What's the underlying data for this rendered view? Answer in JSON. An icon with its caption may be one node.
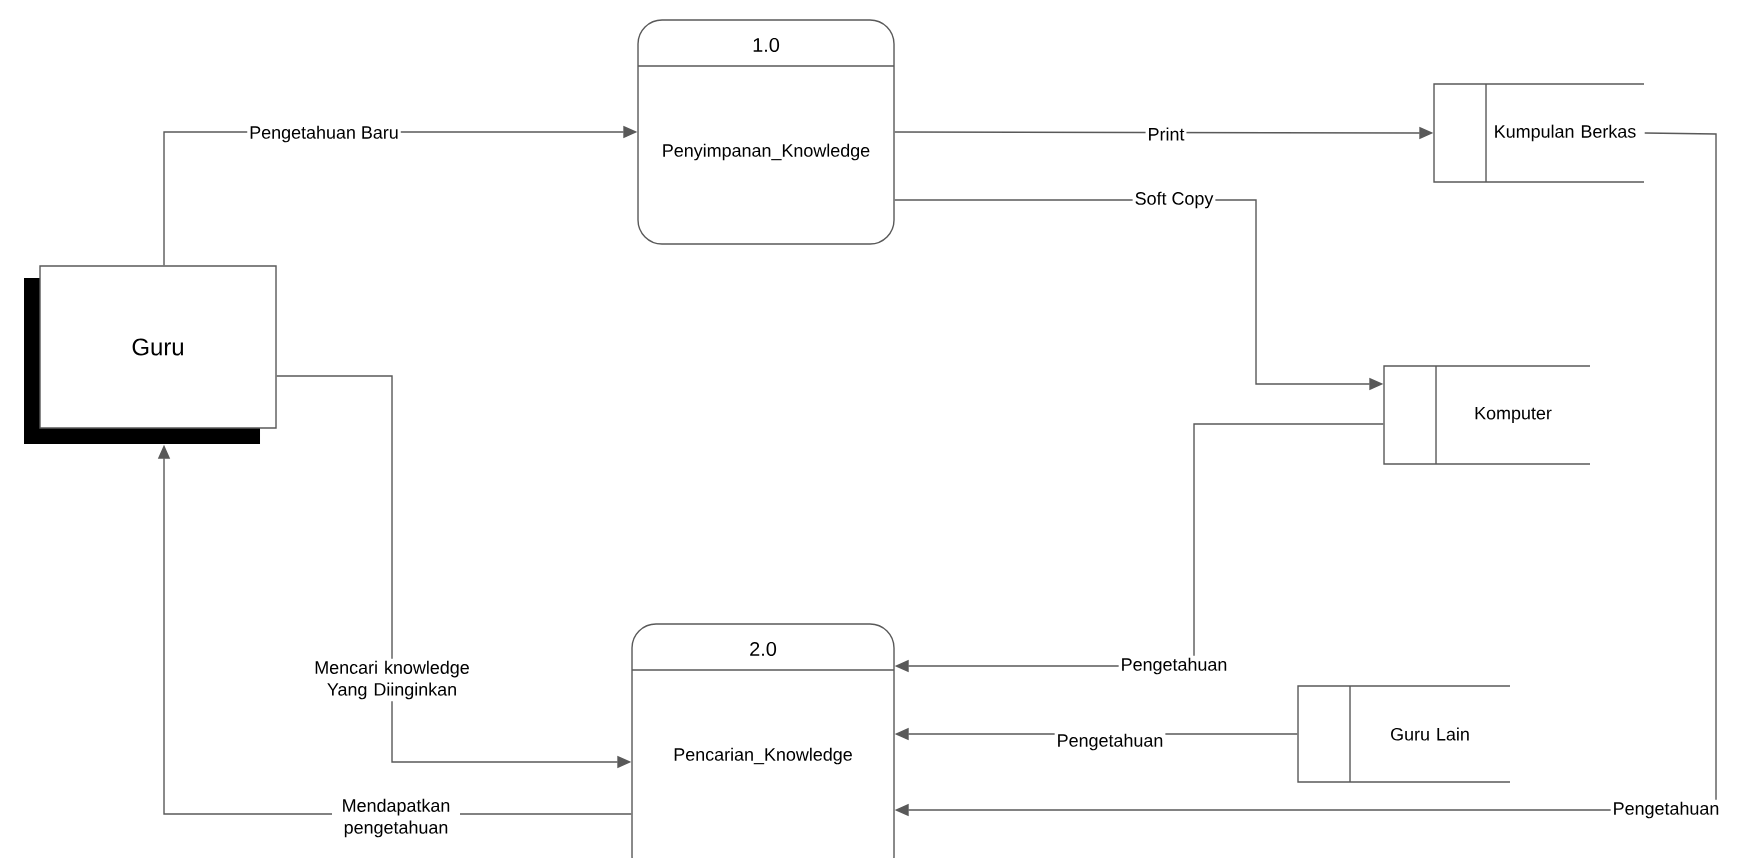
{
  "diagram": {
    "nodes": [
      {
        "text": [
          "Guru"
        ]
      },
      {
        "text": [
          "1.0",
          "Penyimpanan_Knowledge"
        ]
      },
      {
        "text": [
          "Kumpulan Berkas"
        ]
      },
      {
        "text": [
          "Komputer"
        ]
      },
      {
        "text": [
          "2.0",
          "Pencarian_Knowledge"
        ]
      },
      {
        "text": [
          "Guru Lain"
        ]
      }
    ],
    "edges": [
      {
        "from": 0,
        "to": 1,
        "arrow": "to",
        "label": "Pengetahuan Baru"
      },
      {
        "from": 1,
        "to": 2,
        "arrow": "to",
        "label": "Print"
      },
      {
        "from": 1,
        "to": 3,
        "arrow": "to",
        "label": "Soft Copy"
      },
      {
        "from": 3,
        "to": 4,
        "arrow": "to",
        "label": "Pengetahuan"
      },
      {
        "from": 5,
        "to": 4,
        "arrow": "to",
        "label": "Pengetahuan"
      },
      {
        "from": 2,
        "to": 4,
        "arrow": "to",
        "label": "Pengetahuan"
      },
      {
        "from": 0,
        "to": 4,
        "arrow": "to",
        "label": "Mencari knowledge Yang Diinginkan"
      },
      {
        "from": 4,
        "to": 0,
        "arrow": "to",
        "label": "Mendapatkan pengetahuan"
      }
    ]
  }
}
